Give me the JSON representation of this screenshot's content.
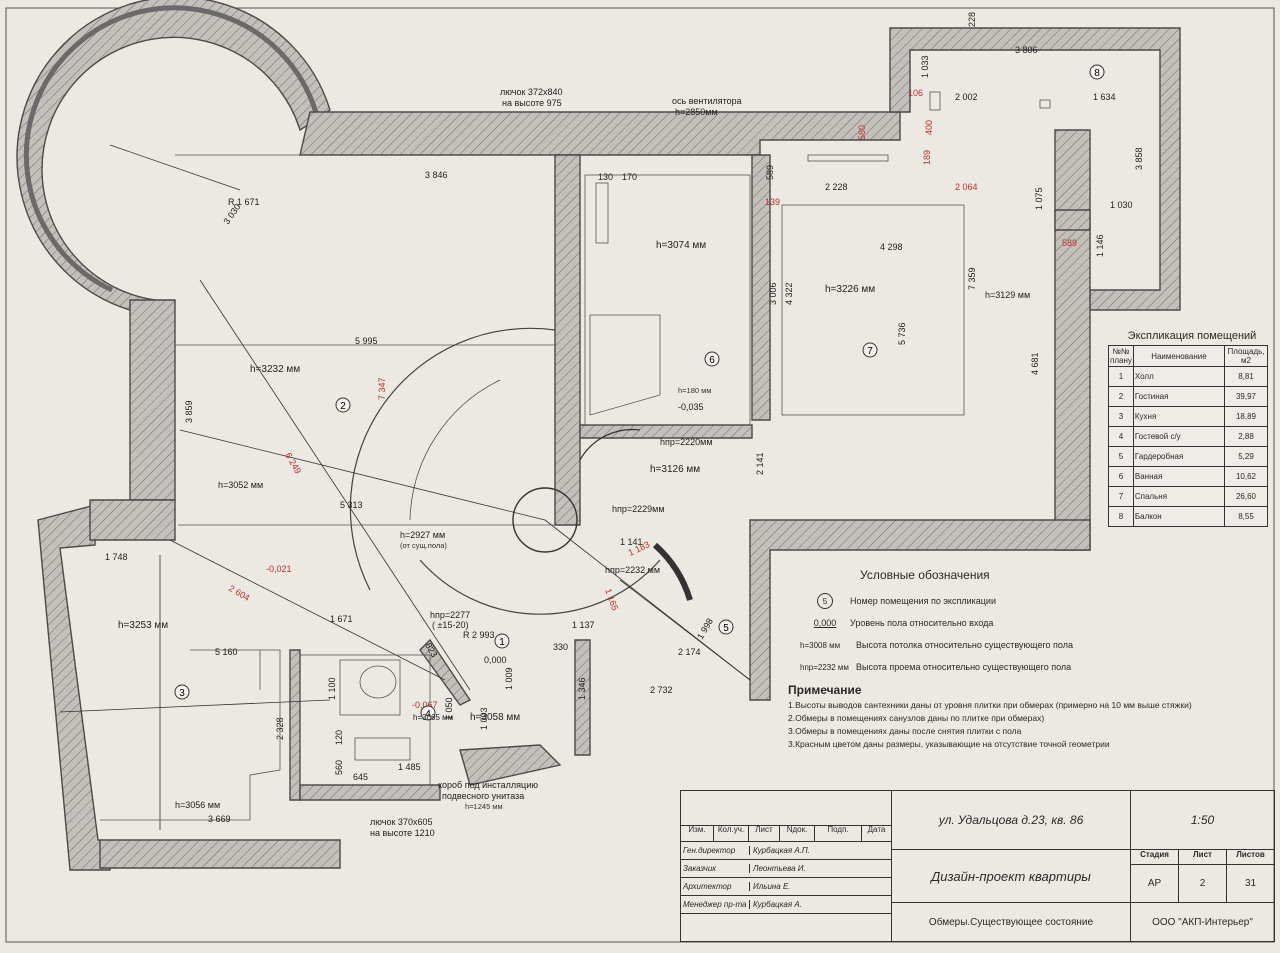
{
  "rooms": [
    {
      "num": "1",
      "label": "h=3058 мм"
    },
    {
      "num": "2",
      "label": "h=3232 мм"
    },
    {
      "num": "3",
      "label": "h=3253 мм"
    },
    {
      "num": "4",
      "label": "h=3065 мм"
    },
    {
      "num": "5",
      "label": "h=3126 мм"
    },
    {
      "num": "6",
      "label": "h=3074 мм"
    },
    {
      "num": "7",
      "label": "h=3226 мм"
    },
    {
      "num": "8",
      "label": ""
    }
  ],
  "plan_labels": {
    "h3052": "h=3052 мм",
    "h3056": "h=3056 мм",
    "h3129": "h=3129 мм",
    "h2927": "h=2927 мм",
    "h2927_sub": "(от сущ.пола)",
    "hpr2220": "hпр=2220мм",
    "hpr2229": "hпр=2229мм",
    "hpr2232": "hпр=2232 мм",
    "hpr2277": "hпр=2277",
    "hpr2277_sub": "( ±15-20)",
    "h180": "h=180 мм",
    "lvl_0035": "-0,035",
    "lvl_0000": "0,000",
    "lvl_0021": "-0,021",
    "lvl_0067": "-0,067",
    "r1671": "R 1 671",
    "r2993": "R 2 993",
    "hatch1": "лючок 372х840",
    "hatch1b": "на высоте 975",
    "vent": "ось вентилятора",
    "vent_h": "h=2850мм",
    "hatch2": "лючок 370х605",
    "hatch2b": "на высоте 1210",
    "box1": "короб под инсталляцию",
    "box2": "подвесного унитаза",
    "box3": "h=1245 мм"
  },
  "dims": [
    "3 846",
    "5 995",
    "3 859",
    "5 313",
    "1 748",
    "5 160",
    "1 671",
    "3 669",
    "2 328",
    "1 100",
    "1 485",
    "3 006",
    "4 322",
    "2 228",
    "4 298",
    "5 736",
    "7 359",
    "4 681",
    "3 806",
    "2 002",
    "1 634",
    "1 033",
    "3 858",
    "1 030",
    "1 146",
    "1 075",
    "2 141",
    "1 141",
    "1 137",
    "2 174",
    "2 732",
    "1 998",
    "1 346",
    "1 009",
    "823",
    "1 050",
    "1 093",
    "3 030",
    "589",
    "228",
    "130",
    "170",
    "330",
    "645",
    "120",
    "560"
  ],
  "dims_red": [
    "2 064",
    "6 249",
    "2 604",
    "7 347",
    "1 183",
    "1 165",
    "589",
    "139",
    "106",
    "400",
    "189",
    "580"
  ],
  "explication": {
    "title": "Экспликация помещений",
    "headers": [
      "№№ плану",
      "Наименование",
      "Площадь, м2"
    ],
    "rows": [
      [
        "1",
        "Холл",
        "8,81"
      ],
      [
        "2",
        "Гостиная",
        "39,97"
      ],
      [
        "3",
        "Кухня",
        "18,89"
      ],
      [
        "4",
        "Гостевой с/у",
        "2,88"
      ],
      [
        "5",
        "Гардеробная",
        "5,29"
      ],
      [
        "6",
        "Ванная",
        "10,62"
      ],
      [
        "7",
        "Спальня",
        "26,60"
      ],
      [
        "8",
        "Балкон",
        "8,55"
      ]
    ]
  },
  "legend": {
    "title": "Условные обозначения",
    "items": [
      {
        "sym": "5",
        "text": "Номер помещения по экспликации"
      },
      {
        "sym": "0,000",
        "text": "Уровень пола относительно входа"
      },
      {
        "sym": "h=3008 мм",
        "text": "Высота потолка относительно существующего пола"
      },
      {
        "sym": "hпр=2232 мм",
        "text": "Высота проема относительно существующего пола"
      }
    ]
  },
  "notes": {
    "title": "Примечание",
    "items": [
      "1.Высоты выводов сантехники даны от уровня плитки при обмерах (примерно на 10 мм выше стяжки)",
      "2.Обмеры в помещениях санузлов даны по плитке при обмерах)",
      "3.Обмеры в помещениях даны после снятия плитки с пола",
      "3.Красным цветом даны размеры, указывающие на отсутствие точной геометрии"
    ]
  },
  "title_block": {
    "address": "ул. Удальцова д.23, кв. 86",
    "scale": "1:50",
    "project": "Дизайн-проект квартиры",
    "sheet_name": "Обмеры.Существующее состояние",
    "company": "ООО \"АКП-Интерьер\"",
    "hdr": [
      "Изм.",
      "Кол.уч.",
      "Лист",
      "Nдок.",
      "Подп.",
      "Дата"
    ],
    "roles": [
      [
        "Ген.директор",
        "Курбацкая А.П."
      ],
      [
        "Заказчик",
        "Леонтьева И."
      ],
      [
        "Архитектор",
        "Ильина Е."
      ],
      [
        "Менеджер пр-та",
        "Курбацкая А."
      ]
    ],
    "stage_h": "Стадия",
    "sheet_h": "Лист",
    "sheets_h": "Листов",
    "stage": "АР",
    "sheet": "2",
    "sheets": "31"
  },
  "colors": {
    "wall": "#b9b6b2",
    "red": "#c0302a",
    "paper": "#ece8e2"
  }
}
